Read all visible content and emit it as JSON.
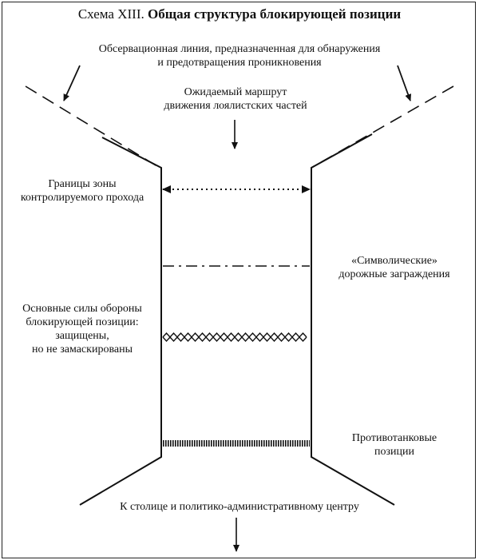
{
  "title": {
    "number": "Схема XIII.",
    "text": "Общая структура блокирующей позиции"
  },
  "labels": {
    "observation_line": [
      "Обсервационная линия, предназначенная для обнаружения",
      "и предотвращения проникновения"
    ],
    "expected_route": [
      "Ожидаемый маршрут",
      "движения лоялистских частей"
    ],
    "zone_borders": [
      "Границы зоны",
      "контролируемого прохода"
    ],
    "symbolic_barriers": [
      "«Символические»",
      "дорожные заграждения"
    ],
    "main_forces": [
      "Основные силы обороны",
      "блокирующей позиции:",
      "защищены,",
      "но не замаскированы"
    ],
    "antitank": [
      "Противотанковые",
      "позиции"
    ],
    "to_capital": "К столице и политико-административному центру"
  }
}
